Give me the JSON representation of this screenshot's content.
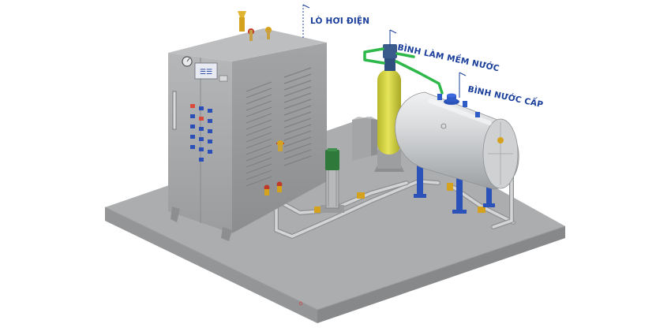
{
  "diagram": {
    "labels": {
      "boiler": "LÒ HƠI ĐIỆN",
      "softener": "BÌNH LÀM MỀM NƯỚC",
      "feed_tank": "BÌNH NƯỚC CẤP"
    },
    "colors": {
      "background": "#ffffff",
      "base_top": "#a9aaab",
      "base_side": "#8f9091",
      "cabinet": "#a7a8aa",
      "pipe": "#c2c4c6",
      "green_line": "#2fb84a",
      "softener_tank": "#d7d640",
      "pump": "#2f7a3a",
      "supports": "#2a52b8",
      "label_text": "#1b3f9a",
      "valve": "#d5a21e"
    },
    "components": [
      "boiler",
      "control-panel",
      "feed-pump",
      "water-softener",
      "feed-water-tank"
    ]
  }
}
